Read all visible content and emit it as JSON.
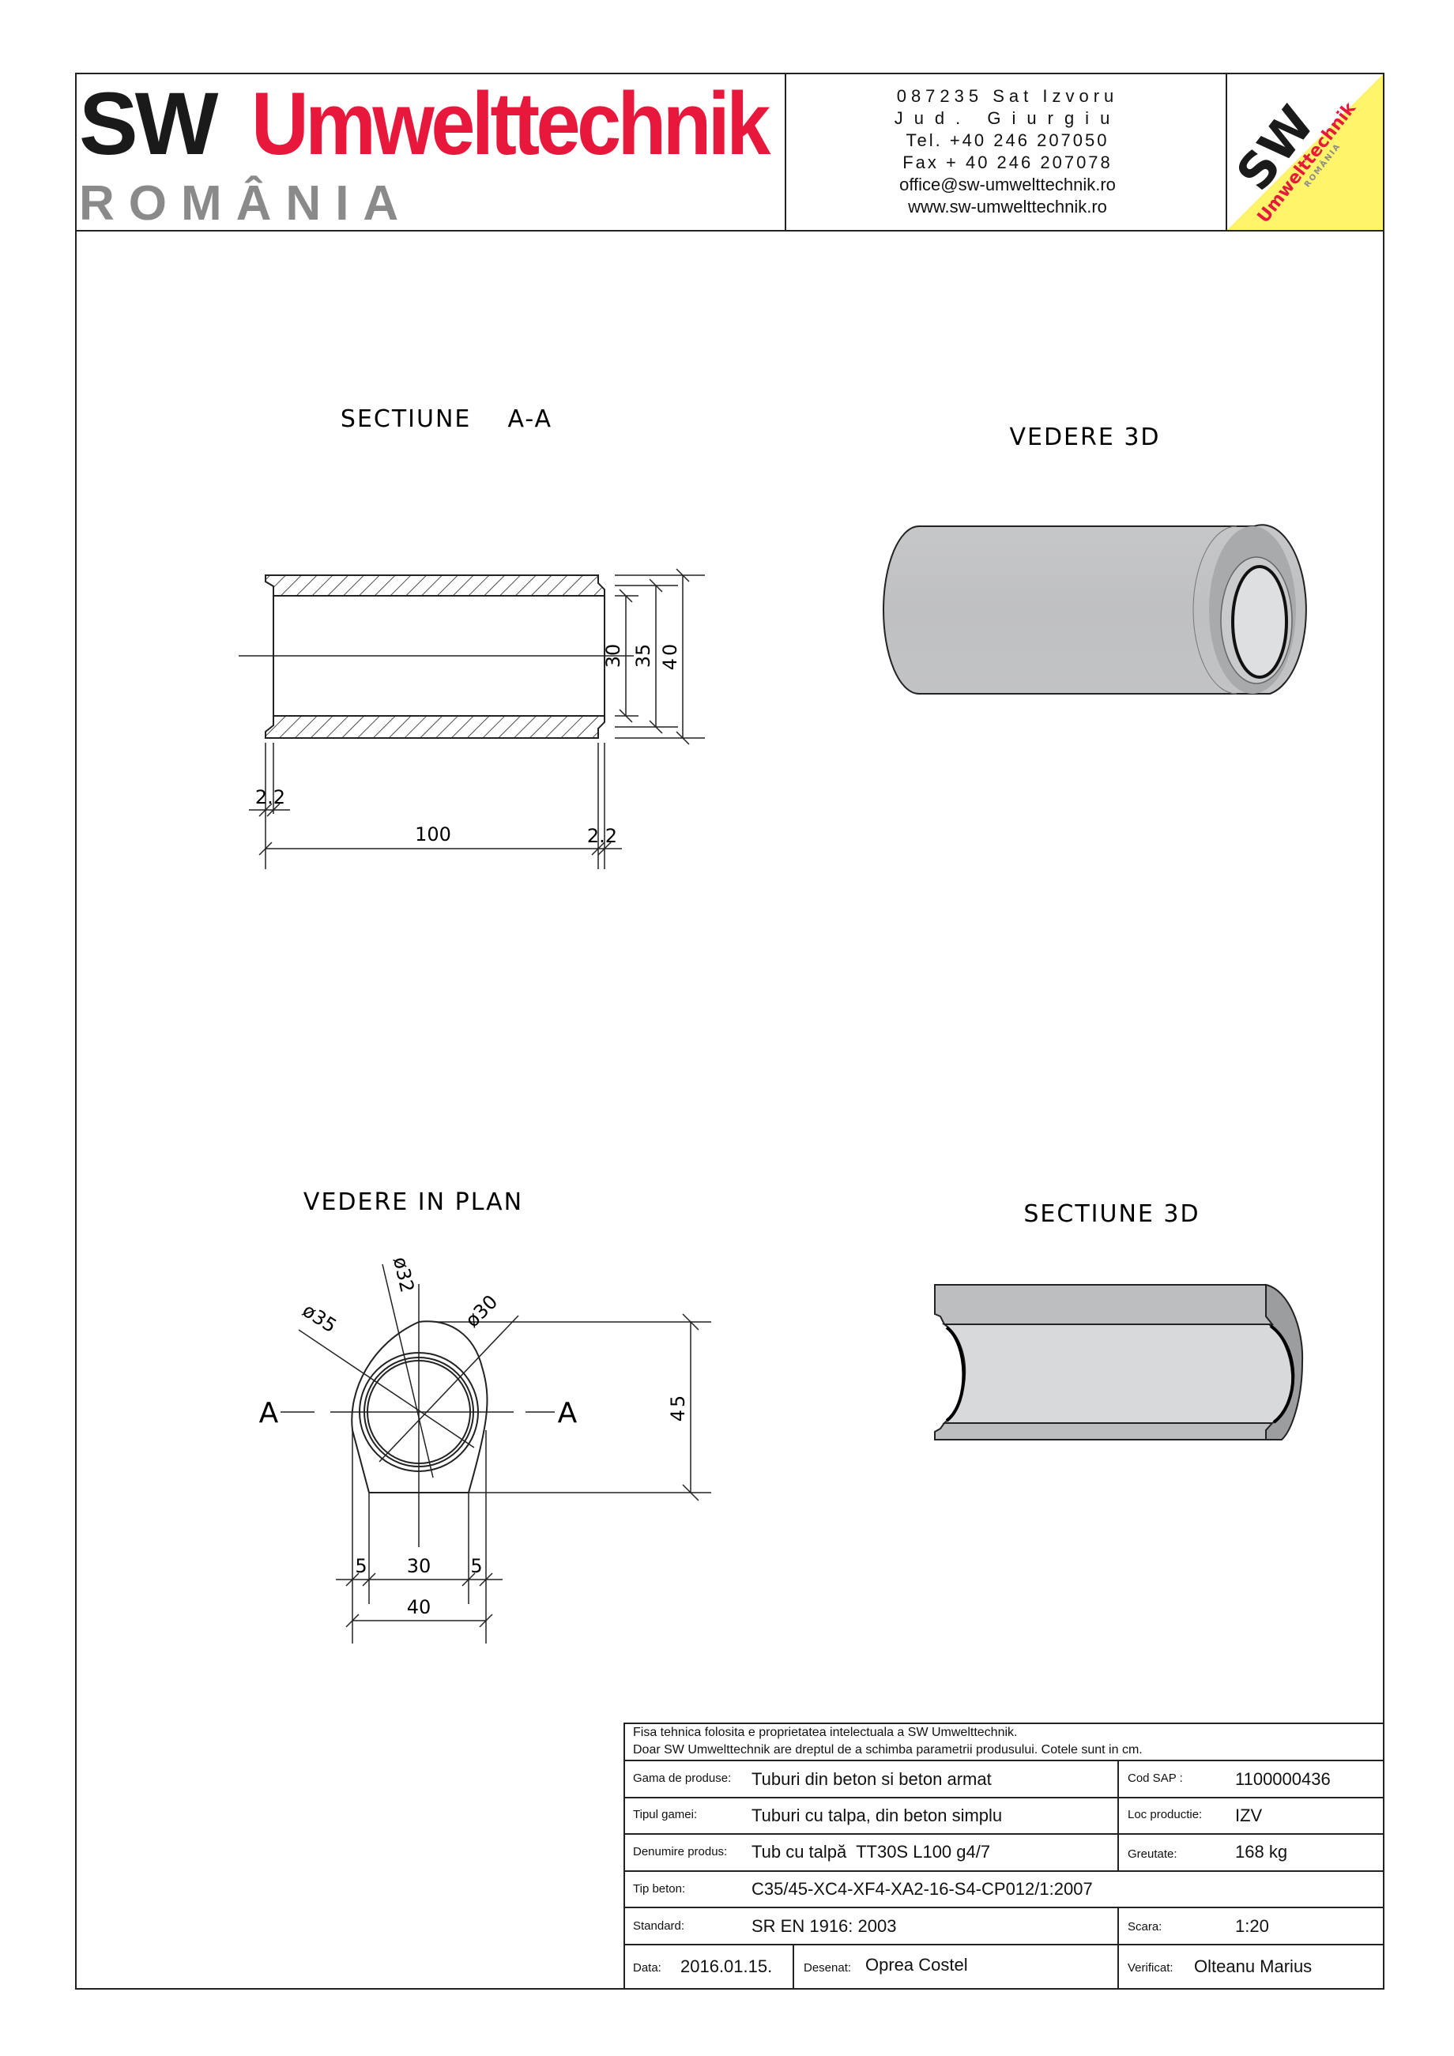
{
  "header": {
    "brand_sw": "SW",
    "brand_name": "Umwelttechnik",
    "brand_country": "ROMÂNIA",
    "contact": [
      "087235 Sat Izvoru",
      "Jud. Giurgiu",
      "Tel. +40 246 207050",
      "Fax + 40 246 207078",
      "office@sw-umwelttechnik.ro",
      "www.sw-umwelttechnik.ro"
    ],
    "logo": {
      "sw": "SW",
      "name": "Umwelttechnik",
      "country": "ROMÂNIA"
    },
    "colors": {
      "brand_red": "#e8173c",
      "logo_yellow": "#fff46a",
      "gray": "#8a8a8a"
    }
  },
  "drawings": {
    "section_aa": {
      "title": "SECTIUNE    A-A",
      "dims": {
        "d30": "30",
        "d35": "35",
        "d40": "40",
        "length": "100",
        "left_offset": "2.2",
        "right_offset": "2.2"
      }
    },
    "view_3d": {
      "title": "VEDERE 3D"
    },
    "plan": {
      "title": "VEDERE IN PLAN",
      "dims": {
        "phi35": "ø35",
        "phi32": "ø32",
        "phi30": "ø30",
        "height": "45",
        "w5a": "5",
        "w30": "30",
        "w5b": "5",
        "w40": "40",
        "sec_left": "A",
        "sec_right": "A"
      }
    },
    "section_3d": {
      "title": "SECTIUNE 3D"
    }
  },
  "title_block": {
    "note1": "Fisa tehnica folosita e proprietatea intelectuala a SW Umwelttechnik.",
    "note2": "Doar SW Umwelttechnik are dreptul de a schimba parametrii produsului. Cotele sunt in cm.",
    "gama_label": "Gama de produse:",
    "gama_value": "Tuburi din beton si beton armat",
    "cod_label": "Cod SAP :",
    "cod_value": "1100000436",
    "tip_gamei_label": "Tipul gamei:",
    "tip_gamei_value": "Tuburi cu talpa, din beton simplu",
    "loc_label": "Loc productie:",
    "loc_value": "IZV",
    "denumire_label": "Denumire produs:",
    "denumire_value": "Tub cu talpă  TT30S L100 g4/7",
    "greutate_label": "Greutate:",
    "greutate_value": "168 kg",
    "beton_label": "Tip beton:",
    "beton_value": "C35/45-XC4-XF4-XA2-16-S4-CP012/1:2007",
    "standard_label": "Standard:",
    "standard_value": "SR EN 1916: 2003",
    "scara_label": "Scara:",
    "scara_value": "1:20",
    "data_label": "Data:",
    "data_value": "2016.01.15.",
    "desenat_label": "Desenat:",
    "desenat_value": "Oprea Costel",
    "verificat_label": "Verificat:",
    "verificat_value": "Olteanu Marius"
  }
}
